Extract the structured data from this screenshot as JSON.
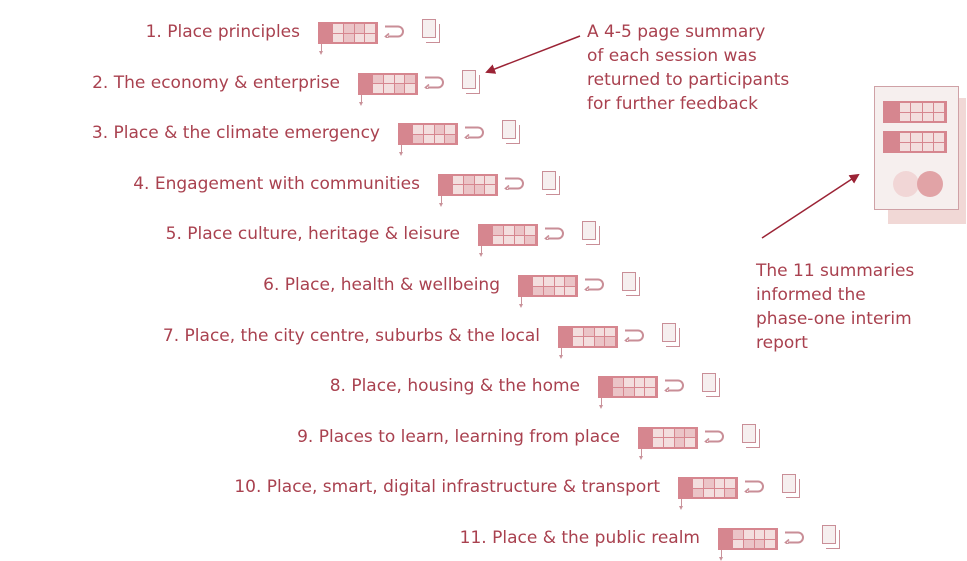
{
  "sessions": [
    {
      "label": "1. Place principles"
    },
    {
      "label": "2. The economy & enterprise"
    },
    {
      "label": "3. Place & the climate emergency"
    },
    {
      "label": "4. Engagement with communities"
    },
    {
      "label": "5. Place culture, heritage & leisure"
    },
    {
      "label": "6. Place, health & wellbeing"
    },
    {
      "label": "7. Place, the city centre, suburbs & the local"
    },
    {
      "label": "8. Place, housing & the home"
    },
    {
      "label": "9. Places to learn, learning from place"
    },
    {
      "label": "10. Place, smart, digital infrastructure & transport"
    },
    {
      "label": "11. Place & the public realm"
    }
  ],
  "notes": {
    "summary": [
      "A 4-5 page summary",
      "of each session was",
      "returned to participants",
      "for further feedback"
    ],
    "report": [
      "The 11 summaries",
      "informed the",
      "phase-one interim",
      "report"
    ]
  },
  "colors": {
    "text": "#a9414f",
    "panel": "#d6868f",
    "panel_cell": "#f3dede",
    "doc_fill": "#f6efef",
    "doc_stroke": "#c98e97",
    "report_circle_light": "#f1d6d6",
    "report_circle_dark": "#e1a3a6",
    "arrow": "#9b2335"
  },
  "icons": {
    "session_panel": "participant-grid-icon",
    "feedback_loop": "loop-arrow-icon",
    "summary_doc": "document-icon",
    "interim_report": "report-document-icon"
  }
}
